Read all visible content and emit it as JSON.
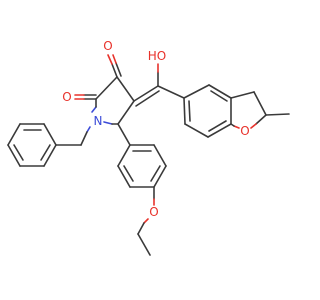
{
  "molecule": {
    "atoms": {
      "oxo_ketone_o": "O",
      "oxo_amide_o": "O",
      "hydroxyl_o": "HO",
      "furan_o": "O",
      "ethoxy_o": "O",
      "ring_n": "N"
    },
    "colors": {
      "bond": "#3a3a3a",
      "oxygen": "#e8322b",
      "nitrogen": "#3b4bd8"
    }
  }
}
